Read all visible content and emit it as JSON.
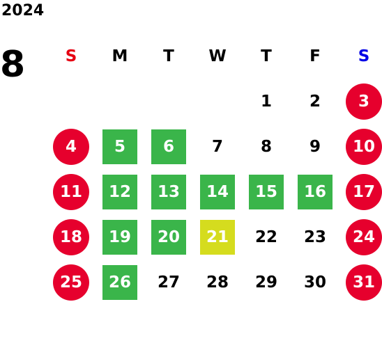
{
  "calendar": {
    "year": "2024",
    "month": "8",
    "weekdays": [
      "S",
      "M",
      "T",
      "W",
      "T",
      "F",
      "S"
    ],
    "weeks": [
      [
        {
          "label": "",
          "type": "empty"
        },
        {
          "label": "",
          "type": "empty"
        },
        {
          "label": "",
          "type": "empty"
        },
        {
          "label": "",
          "type": "empty"
        },
        {
          "label": "1",
          "type": "normal"
        },
        {
          "label": "2",
          "type": "normal"
        },
        {
          "label": "3",
          "type": "holiday"
        }
      ],
      [
        {
          "label": "4",
          "type": "holiday"
        },
        {
          "label": "5",
          "type": "green"
        },
        {
          "label": "6",
          "type": "green"
        },
        {
          "label": "7",
          "type": "normal"
        },
        {
          "label": "8",
          "type": "normal"
        },
        {
          "label": "9",
          "type": "normal"
        },
        {
          "label": "10",
          "type": "holiday"
        }
      ],
      [
        {
          "label": "11",
          "type": "holiday"
        },
        {
          "label": "12",
          "type": "green"
        },
        {
          "label": "13",
          "type": "green"
        },
        {
          "label": "14",
          "type": "green"
        },
        {
          "label": "15",
          "type": "green"
        },
        {
          "label": "16",
          "type": "green"
        },
        {
          "label": "17",
          "type": "holiday"
        }
      ],
      [
        {
          "label": "18",
          "type": "holiday"
        },
        {
          "label": "19",
          "type": "green"
        },
        {
          "label": "20",
          "type": "green"
        },
        {
          "label": "21",
          "type": "yellow"
        },
        {
          "label": "22",
          "type": "normal"
        },
        {
          "label": "23",
          "type": "normal"
        },
        {
          "label": "24",
          "type": "holiday"
        }
      ],
      [
        {
          "label": "25",
          "type": "holiday"
        },
        {
          "label": "26",
          "type": "green"
        },
        {
          "label": "27",
          "type": "normal"
        },
        {
          "label": "28",
          "type": "normal"
        },
        {
          "label": "29",
          "type": "normal"
        },
        {
          "label": "30",
          "type": "normal"
        },
        {
          "label": "31",
          "type": "holiday"
        }
      ]
    ]
  },
  "colors": {
    "sunday_header": "#e60012",
    "saturday_header": "#0000e6",
    "holiday": "#e6002d",
    "green": "#3ab54a",
    "yellow": "#d5dc1e"
  }
}
